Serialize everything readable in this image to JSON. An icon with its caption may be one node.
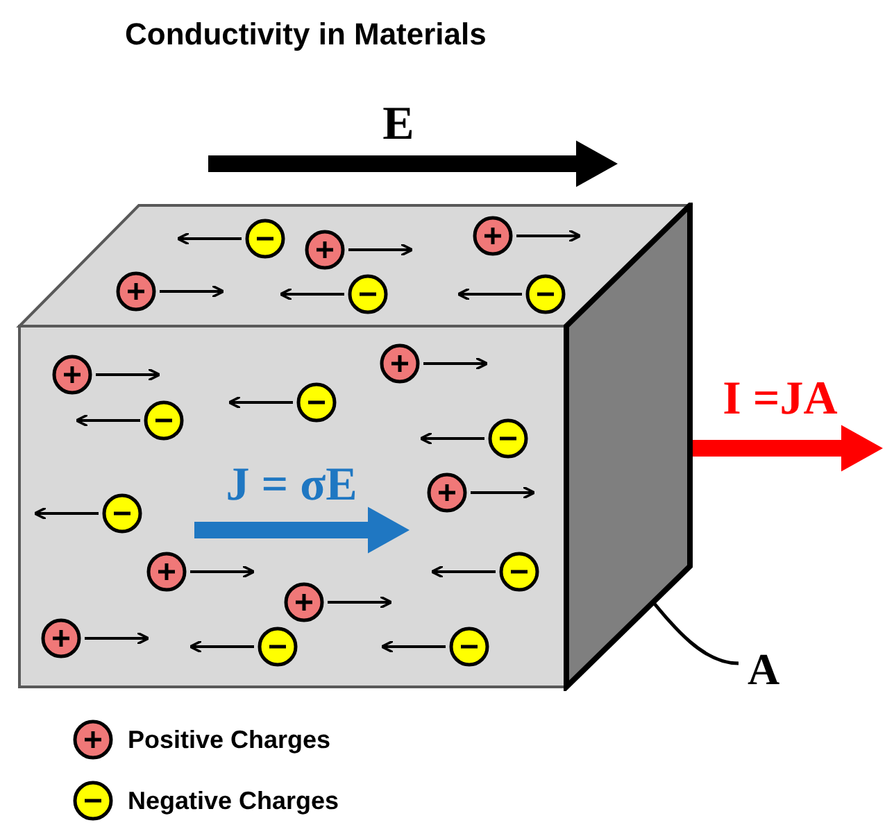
{
  "diagram": {
    "title": "Conductivity in Materials",
    "nodes": [
      {
        "text": [
          "A"
        ]
      },
      {
        "text": [],
        "shape": "box"
      }
    ],
    "edges": [
      {
        "from": 0,
        "to": 1,
        "arrow": "none"
      }
    ],
    "labels": [
      "E",
      "J = σE",
      "I =JA"
    ],
    "legend": [
      {
        "text": "Positive Charges",
        "color": "#f07878"
      },
      {
        "text": "Negative Charges",
        "color": "#ffff00"
      }
    ]
  }
}
